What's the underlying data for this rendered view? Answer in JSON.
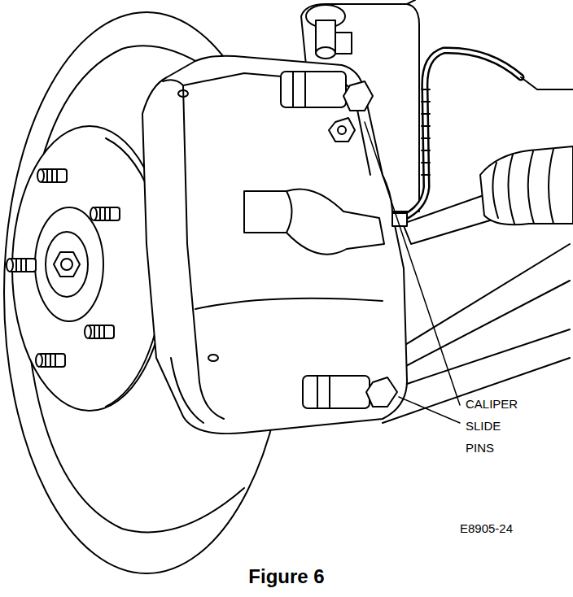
{
  "diagram": {
    "caption": "Figure 6",
    "labels": [
      "CALIPER SLIDE PINS",
      "E8905-24"
    ]
  }
}
